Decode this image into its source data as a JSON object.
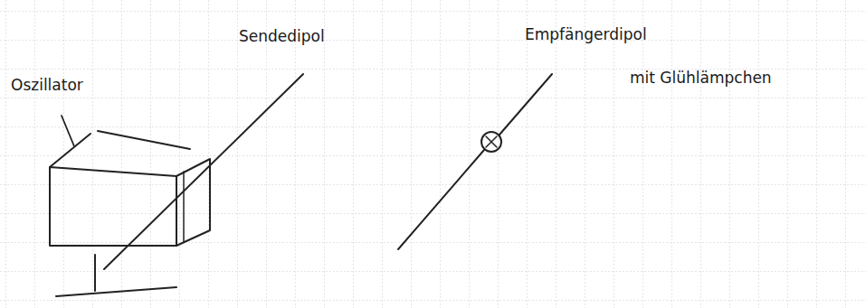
{
  "diagram": {
    "labels": [
      "Oszillator",
      "Sendedipol",
      "Empfängerdipol",
      "mit Glühlämpchen"
    ]
  }
}
